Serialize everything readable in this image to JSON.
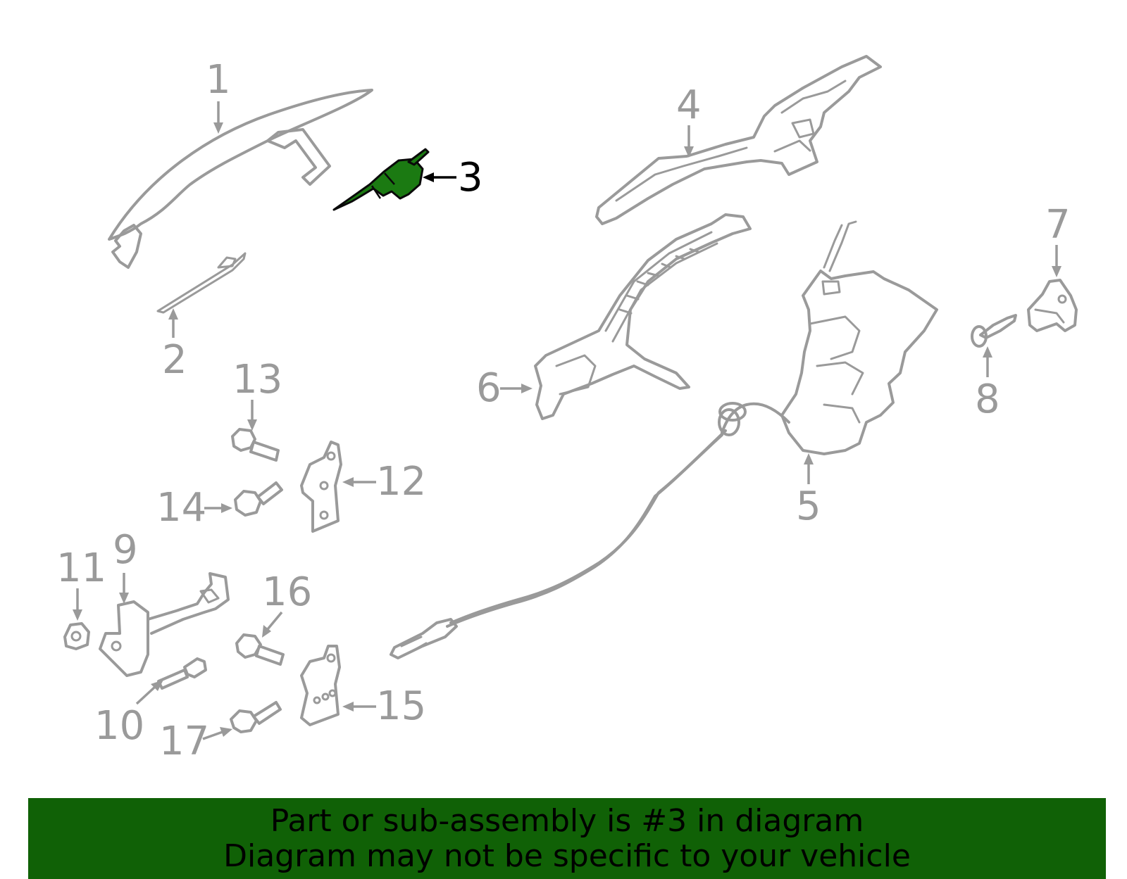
{
  "colors": {
    "part_stroke": "#9a9a9a",
    "label_gray": "#9a9a9a",
    "highlight_fill": "#1b7a12",
    "banner_bg": "#106106",
    "text_black": "#000000"
  },
  "highlighted_part": "3",
  "callouts": [
    {
      "id": "1",
      "text": "1"
    },
    {
      "id": "2",
      "text": "2"
    },
    {
      "id": "3",
      "text": "3"
    },
    {
      "id": "4",
      "text": "4"
    },
    {
      "id": "5",
      "text": "5"
    },
    {
      "id": "6",
      "text": "6"
    },
    {
      "id": "7",
      "text": "7"
    },
    {
      "id": "8",
      "text": "8"
    },
    {
      "id": "9",
      "text": "9"
    },
    {
      "id": "10",
      "text": "10"
    },
    {
      "id": "11",
      "text": "11"
    },
    {
      "id": "12",
      "text": "12"
    },
    {
      "id": "13",
      "text": "13"
    },
    {
      "id": "14",
      "text": "14"
    },
    {
      "id": "15",
      "text": "15"
    },
    {
      "id": "16",
      "text": "16"
    },
    {
      "id": "17",
      "text": "17"
    }
  ],
  "banner": {
    "line1": "Part or sub-assembly is #3 in diagram",
    "line2": "Diagram may not be specific to your vehicle"
  }
}
